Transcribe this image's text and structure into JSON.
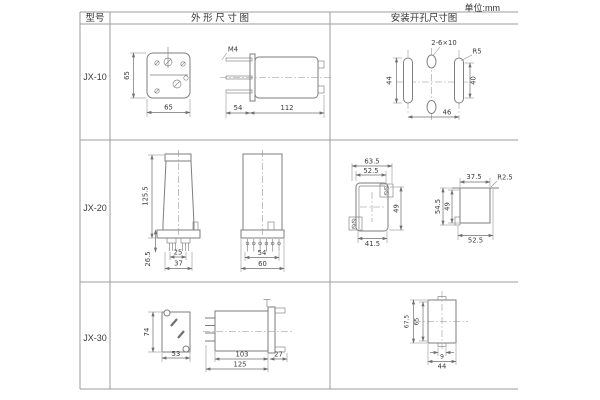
{
  "unit_label": "单位:mm",
  "headers": {
    "model": "型号",
    "outline": "外 形 尺 寸 图",
    "install": "安装开孔尺寸图"
  },
  "colors": {
    "object_line": "#7e7e7e",
    "dimension_line": "#6f6f6f",
    "text": "#3b3b3b",
    "table_border": "#9c9c9c",
    "background": "#ffffff"
  },
  "rows": [
    {
      "model": "JX-10",
      "outline": {
        "front_h": "65",
        "front_w": "65",
        "thread": "M4",
        "pin_len": "54",
        "body_len": "112"
      },
      "install": {
        "slot_spec": "2-6×10",
        "corner_r": "R5",
        "slot_span": "44",
        "right_span": "40",
        "width": "46"
      }
    },
    {
      "model": "JX-20",
      "outline": {
        "total_h": "125.5",
        "pin_h": "26.5",
        "pin_span": "25",
        "base_w": "37",
        "side_pin_span": "54",
        "side_base_w": "60"
      },
      "install": {
        "outer_w": "63.5",
        "inner_w": "52.5",
        "height": "49",
        "bottom_w": "41.5",
        "cut_w": "37.5",
        "corner_r": "R2.5",
        "outer_h": "54.5",
        "inner_h": "49",
        "bottom_span": "52.5"
      }
    },
    {
      "model": "JX-30",
      "outline": {
        "front_h": "74",
        "front_w": "53",
        "body_len": "103",
        "tail_len": "27",
        "total_len": "125"
      },
      "install": {
        "outer_h": "67.5",
        "inner_h": "65",
        "key_w": "9",
        "width": "44"
      }
    }
  ]
}
